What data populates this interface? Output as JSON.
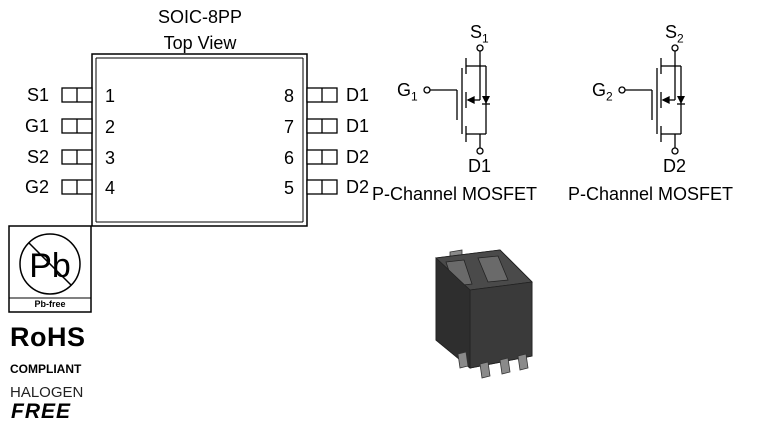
{
  "package": {
    "name": "SOIC-8PP",
    "view": "Top View",
    "left_pins": [
      {
        "label": "S1",
        "number": "1"
      },
      {
        "label": "G1",
        "number": "2"
      },
      {
        "label": "S2",
        "number": "3"
      },
      {
        "label": "G2",
        "number": "4"
      }
    ],
    "right_pins": [
      {
        "label": "D1",
        "number": "8"
      },
      {
        "label": "D1",
        "number": "7"
      },
      {
        "label": "D2",
        "number": "6"
      },
      {
        "label": "D2",
        "number": "5"
      }
    ]
  },
  "mosfets": [
    {
      "source": "S",
      "source_sub": "1",
      "gate": "G",
      "gate_sub": "1",
      "drain": "D1",
      "caption": "P-Channel MOSFET"
    },
    {
      "source": "S",
      "source_sub": "2",
      "gate": "G",
      "gate_sub": "2",
      "drain": "D2",
      "caption": "P-Channel MOSFET"
    }
  ],
  "badges": {
    "pb_free_symbol": "Pb",
    "pb_free_label": "Pb-free",
    "rohs": "RoHS",
    "compliant": "COMPLIANT",
    "halogen": "HALOGEN",
    "free": "FREE"
  }
}
